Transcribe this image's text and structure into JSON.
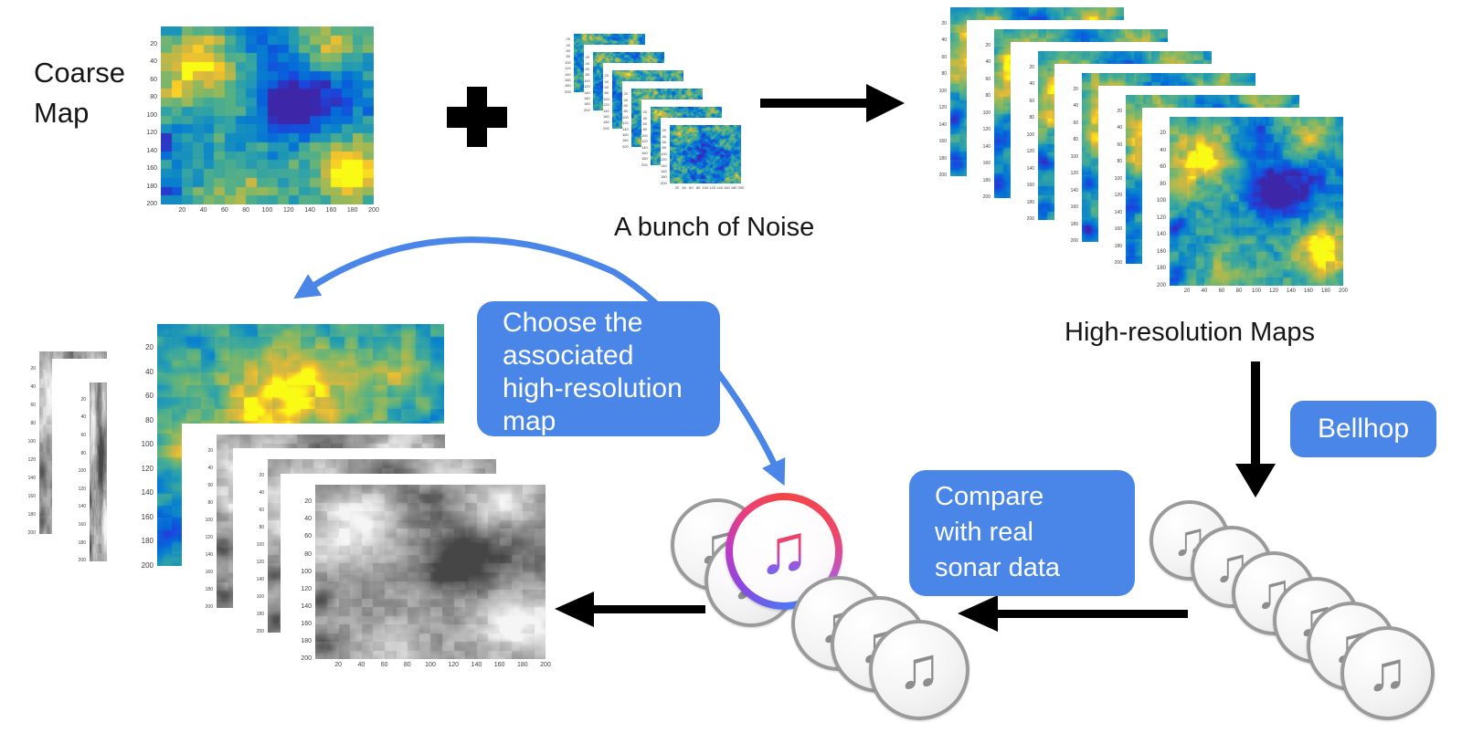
{
  "labels": {
    "coarse": "Coarse\nMap",
    "noise_caption": "A bunch of Noise",
    "highres_caption": "High-resolution Maps",
    "bellhop": "Bellhop",
    "compare": "Compare\nwith real\nsonar data",
    "choose": "Choose the\nassociated\nhigh-resolution\nmap"
  },
  "axis": {
    "tick_values": [
      20,
      40,
      60,
      80,
      100,
      120,
      140,
      160,
      180,
      200
    ]
  },
  "colors": {
    "accent_blue": "#4a86e8",
    "arrow_black": "#000000",
    "icon_border_gray": "#9a9a9a",
    "note_gray": "#8d8d8d",
    "colormap": "parula"
  },
  "stacks": {
    "noise_maps": 6,
    "highres_maps": 6,
    "candidate_sonar_icons": 6,
    "compared_sonar_icons": 6,
    "chosen_icon": "itunes-colorful"
  },
  "glyphs": {
    "music_note": "♫"
  }
}
